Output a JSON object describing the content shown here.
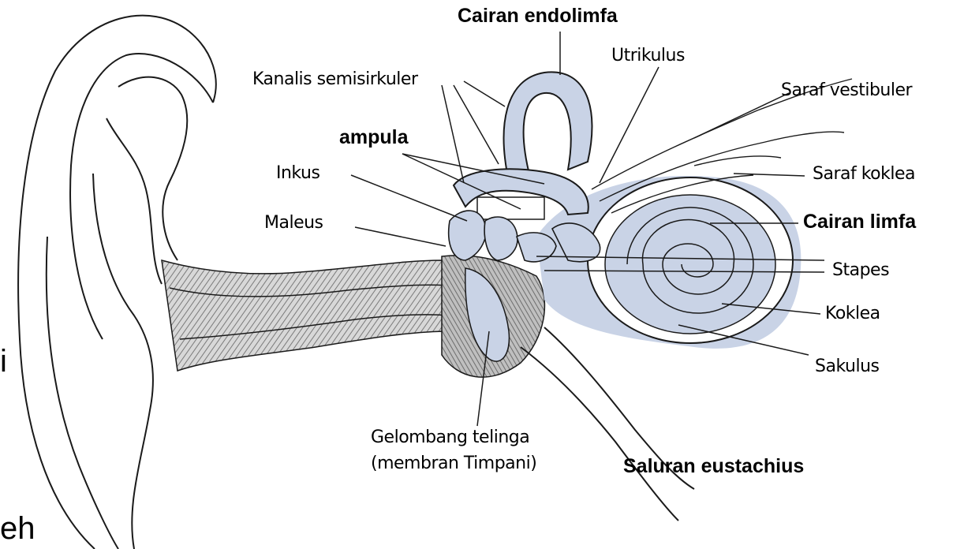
{
  "labels": {
    "cairan_endolimfa": "Cairan endolimfa",
    "utrikulus": "Utrikulus",
    "kanalis_semisirkuler": "Kanalis semisirkuler",
    "saraf_vestibuler": "Saraf vestibuler",
    "ampula": "ampula",
    "inkus": "Inkus",
    "saraf_koklea": "Saraf koklea",
    "maleus": "Maleus",
    "cairan_limfa": "Cairan limfa",
    "stapes": "Stapes",
    "koklea": "Koklea",
    "sakulus": "Sakulus",
    "gelombang_1": "Gelombang telinga",
    "gelombang_2": "(membran Timpani)",
    "saluran_eustachius": "Saluran eustachius"
  },
  "edge_text": {
    "left_fragment": "i",
    "bottom_fragment": "eh"
  },
  "colors": {
    "fluid": "#c9d3e6",
    "fluid_dark": "#a9b7d3",
    "line": "#1a1a1a"
  }
}
